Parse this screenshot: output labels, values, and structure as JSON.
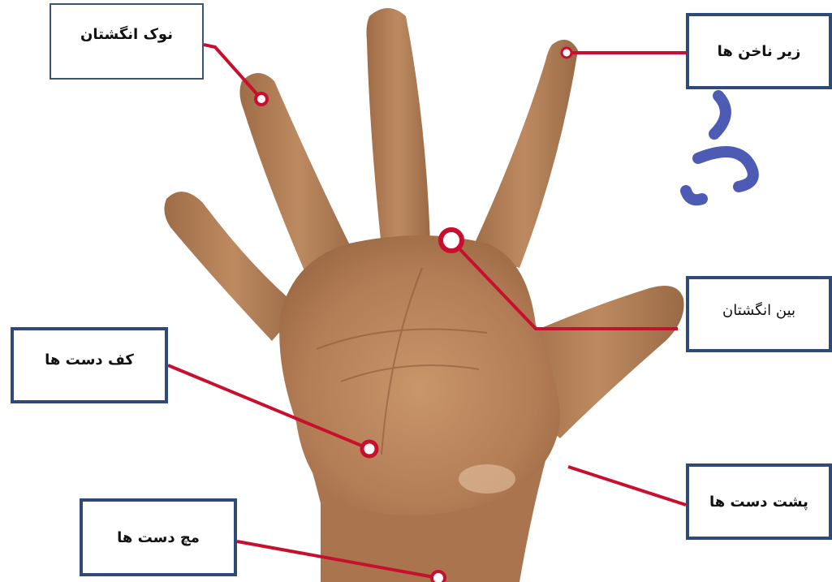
{
  "labels": {
    "fingertips": "نوک انگشتان",
    "under_nails": "زیر ناخن ها",
    "between_fingers": "بین انگشتان",
    "palm": "کف دست ها",
    "back_of_hands": "پشت دست ها",
    "wrists": "مچ دست ها"
  },
  "colors": {
    "callout_line": "#c8102e",
    "box_border": "#2f4a78",
    "skin": "#b9835a",
    "watermark": "#2f3fa8"
  }
}
